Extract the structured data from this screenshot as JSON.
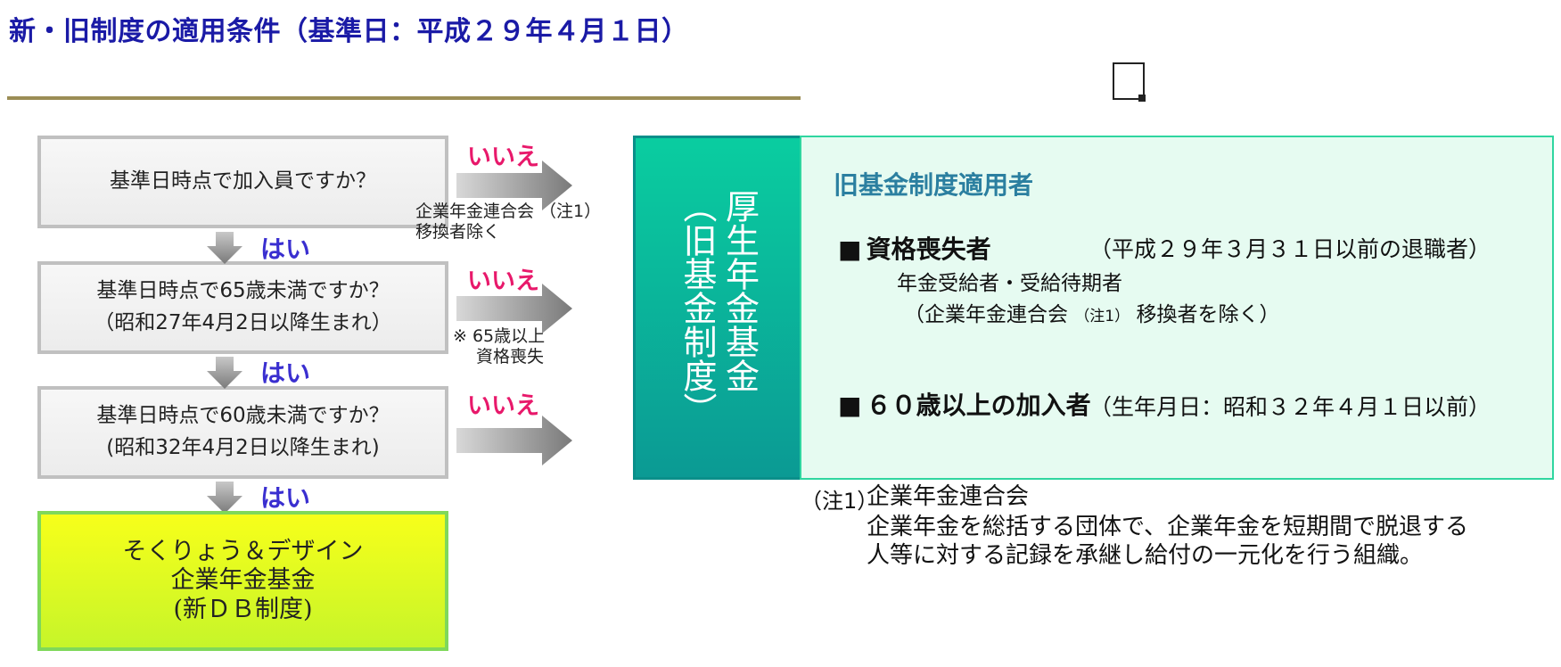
{
  "title": "新・旧制度の適用条件（基準日：平成２９年４月１日）",
  "questions": [
    {
      "line1": "基準日時点で加入員ですか？",
      "line2": ""
    },
    {
      "line1": "基準日時点で65歳未満ですか？",
      "line2": "（昭和27年4月2日以降生まれ）"
    },
    {
      "line1": "基準日時点で60歳未満ですか？",
      "line2": "(昭和32年4月2日以降生まれ)"
    }
  ],
  "yes_label": "はい",
  "no_label": "いいえ",
  "no_notes": {
    "note1_line1": "企業年金連合会 （注1）",
    "note1_line2": "移換者除く",
    "note2_line1": "※ 65歳以上",
    "note2_line2": "資格喪失"
  },
  "new_fund": {
    "line1": "そくりょう＆デザイン",
    "line2": "企業年金基金",
    "line3": "(新ＤＢ制度)"
  },
  "old_fund": {
    "vertical_line1": "厚生年金基金",
    "vertical_line2": "（旧基金制度）"
  },
  "panel": {
    "heading": "旧基金制度適用者",
    "item1_bullet": "■",
    "item1_title": "資格喪失者",
    "item1_note": "（平成２９年３月３１日以前の退職者）",
    "item1_sub1": "年金受給者・受給待期者",
    "item1_sub2_a": "（企業年金連合会",
    "item1_sub2_b": "（注1）",
    "item1_sub2_c": "移換者を除く）",
    "item2_bullet": "■",
    "item2_title": "６０歳以上の加入者",
    "item2_note": "（生年月日：昭和３２年４月１日以前）"
  },
  "footnote": {
    "mark": "（注1）",
    "title": "企業年金連合会",
    "body1": "企業年金を総括する団体で、企業年金を短期間で脱退する",
    "body2": "人等に対する記録を承継し給付の一元化を行う組織。"
  }
}
